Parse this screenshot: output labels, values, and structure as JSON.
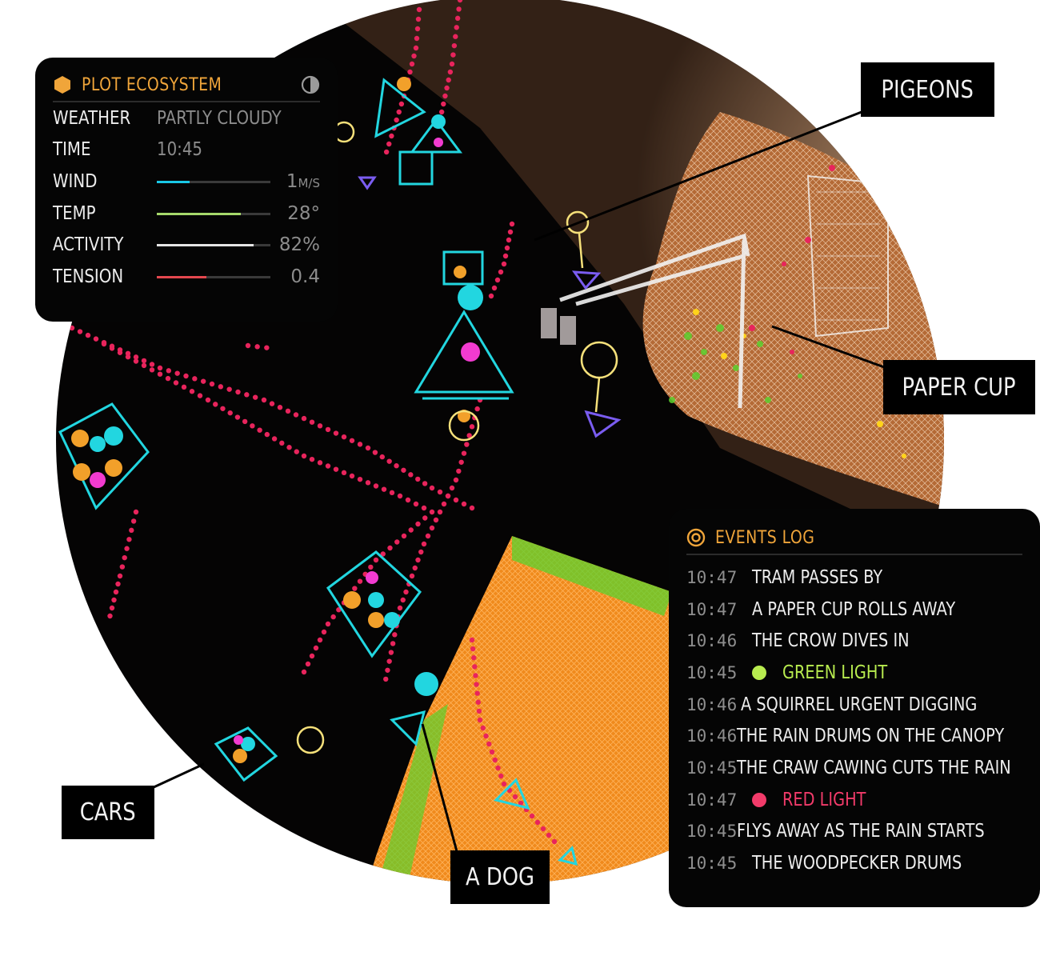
{
  "ecosystem_panel": {
    "title": "PLOT ECOSYSTEM",
    "accent_color": "#f0a53a",
    "rows": [
      {
        "label": "WEATHER",
        "value": "PARTLY CLOUDY"
      },
      {
        "label": "TIME",
        "value": "10:45"
      }
    ],
    "meters": [
      {
        "label": "WIND",
        "value": "1",
        "unit": "M/S",
        "level": 0.29,
        "color": "#19c8e6"
      },
      {
        "label": "TEMP",
        "value": "28°",
        "unit": "",
        "level": 0.74,
        "color": "#a5d86a"
      },
      {
        "label": "ACTIVITY",
        "value": "82%",
        "unit": "",
        "level": 0.85,
        "color": "#e6e6e6"
      },
      {
        "label": "TENSION",
        "value": "0.4",
        "unit": "",
        "level": 0.44,
        "color": "#e4474e"
      }
    ]
  },
  "events_panel": {
    "title": "EVENTS LOG",
    "events": [
      {
        "time": "10:47",
        "text": "TRAM PASSES BY"
      },
      {
        "time": "10:47",
        "text": "A PAPER CUP ROLLS AWAY"
      },
      {
        "time": "10:46",
        "text": "THE CROW DIVES IN"
      },
      {
        "time": "10:45",
        "text": "GREEN LIGHT",
        "dot": "#b8ec4f"
      },
      {
        "time": "10:46",
        "text": "A SQUIRREL URGENT DIGGING"
      },
      {
        "time": "10:46",
        "text": "THE RAIN DRUMS ON THE CANOPY"
      },
      {
        "time": "10:45",
        "text": "THE CRAW  CAWING CUTS  THE RAIN"
      },
      {
        "time": "10:47",
        "text": "RED LIGHT",
        "dot": "#f23b6a"
      },
      {
        "time": "10:45",
        "text": "FLYS AWAY AS THE RAIN STARTS"
      },
      {
        "time": "10:45",
        "text": "THE WOODPECKER DRUMS"
      }
    ]
  },
  "callouts": {
    "pigeons": "PIGEONS",
    "paper_cup": "PAPER CUP",
    "cars": "CARS",
    "dog": "A DOG"
  },
  "colors": {
    "trail": "#e8245c",
    "agent": "#22d6e0",
    "ground": "#f0881c",
    "foliage": "#5bd12e"
  }
}
